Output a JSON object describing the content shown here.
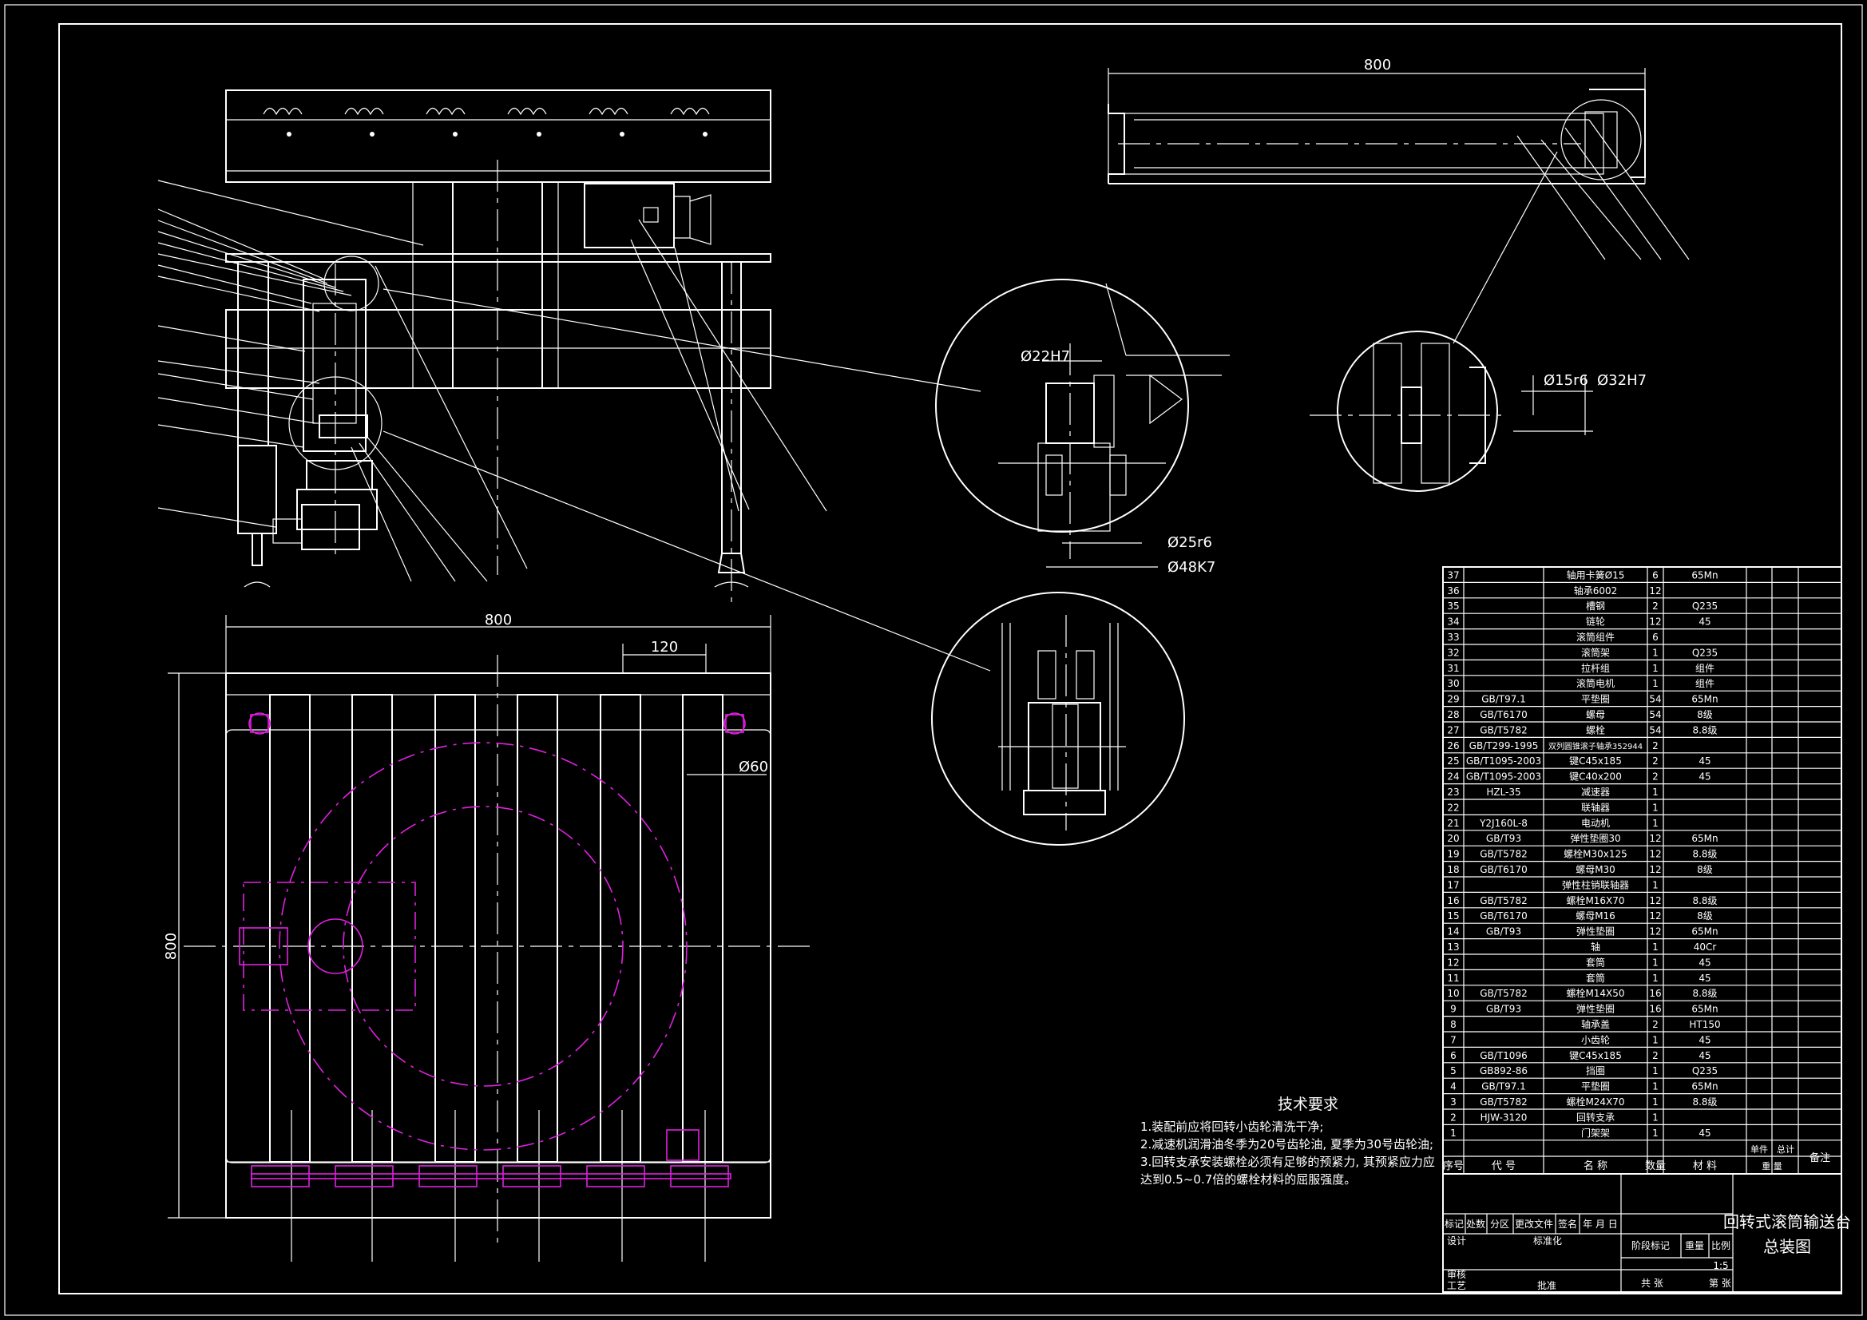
{
  "drawing_title": "回转式滚筒输送台",
  "drawing_subtitle": "总装图",
  "scale": "1:5",
  "dimensions": {
    "top_overall": "800",
    "plan_width": "800",
    "plan_pitch": "120",
    "plan_height": "800",
    "plan_bolt": "Ø60",
    "detail_a_hole": "Ø22H7",
    "detail_a_shaft": "Ø25r6",
    "detail_a_bore": "Ø48K7",
    "detail_c_shaft": "Ø15r6",
    "detail_c_bore": "Ø32H7"
  },
  "requirements": {
    "heading": "技术要求",
    "items": [
      "1.装配前应将回转小齿轮清洗干净;",
      "2.减速机润滑油冬季为20号齿轮油, 夏季为30号齿轮油;",
      "3.回转支承安装螺栓必须有足够的预紧力, 其预紧应力应",
      "   达到0.5~0.7倍的螺栓材料的屈服强度。"
    ]
  },
  "bom_header": {
    "no": "序号",
    "code": "代 号",
    "name": "名 称",
    "qty": "数量",
    "material": "材 料",
    "unit_weight": "单件",
    "total_weight": "总计",
    "weight": "重 量",
    "remark": "备注"
  },
  "bom": [
    {
      "no": "37",
      "code": "",
      "name": "轴用卡簧Ø15",
      "qty": "6",
      "material": "65Mn"
    },
    {
      "no": "36",
      "code": "",
      "name": "轴承6002",
      "qty": "12",
      "material": ""
    },
    {
      "no": "35",
      "code": "",
      "name": "槽钢",
      "qty": "2",
      "material": "Q235"
    },
    {
      "no": "34",
      "code": "",
      "name": "链轮",
      "qty": "12",
      "material": "45"
    },
    {
      "no": "33",
      "code": "",
      "name": "滚筒组件",
      "qty": "6",
      "material": ""
    },
    {
      "no": "32",
      "code": "",
      "name": "滚筒架",
      "qty": "1",
      "material": "Q235"
    },
    {
      "no": "31",
      "code": "",
      "name": "拉杆组",
      "qty": "1",
      "material": "组件"
    },
    {
      "no": "30",
      "code": "",
      "name": "滚筒电机",
      "qty": "1",
      "material": "组件"
    },
    {
      "no": "29",
      "code": "GB/T97.1",
      "name": "平垫圈",
      "qty": "54",
      "material": "65Mn"
    },
    {
      "no": "28",
      "code": "GB/T6170",
      "name": "螺母",
      "qty": "54",
      "material": "8级"
    },
    {
      "no": "27",
      "code": "GB/T5782",
      "name": "螺栓",
      "qty": "54",
      "material": "8.8级"
    },
    {
      "no": "26",
      "code": "GB/T299-1995",
      "name": "双列圆锥滚子轴承352944",
      "qty": "2",
      "material": ""
    },
    {
      "no": "25",
      "code": "GB/T1095-2003",
      "name": "键C45x185",
      "qty": "2",
      "material": "45"
    },
    {
      "no": "24",
      "code": "GB/T1095-2003",
      "name": "键C40x200",
      "qty": "2",
      "material": "45"
    },
    {
      "no": "23",
      "code": "HZL-35",
      "name": "减速器",
      "qty": "1",
      "material": ""
    },
    {
      "no": "22",
      "code": "",
      "name": "联轴器",
      "qty": "1",
      "material": ""
    },
    {
      "no": "21",
      "code": "Y2J160L-8",
      "name": "电动机",
      "qty": "1",
      "material": ""
    },
    {
      "no": "20",
      "code": "GB/T93",
      "name": "弹性垫圈30",
      "qty": "12",
      "material": "65Mn"
    },
    {
      "no": "19",
      "code": "GB/T5782",
      "name": "螺栓M30x125",
      "qty": "12",
      "material": "8.8级"
    },
    {
      "no": "18",
      "code": "GB/T6170",
      "name": "螺母M30",
      "qty": "12",
      "material": "8级"
    },
    {
      "no": "17",
      "code": "",
      "name": "弹性柱销联轴器",
      "qty": "1",
      "material": ""
    },
    {
      "no": "16",
      "code": "GB/T5782",
      "name": "螺栓M16X70",
      "qty": "12",
      "material": "8.8级"
    },
    {
      "no": "15",
      "code": "GB/T6170",
      "name": "螺母M16",
      "qty": "12",
      "material": "8级"
    },
    {
      "no": "14",
      "code": "GB/T93",
      "name": "弹性垫圈",
      "qty": "12",
      "material": "65Mn"
    },
    {
      "no": "13",
      "code": "",
      "name": "轴",
      "qty": "1",
      "material": "40Cr"
    },
    {
      "no": "12",
      "code": "",
      "name": "套筒",
      "qty": "1",
      "material": "45"
    },
    {
      "no": "11",
      "code": "",
      "name": "套筒",
      "qty": "1",
      "material": "45"
    },
    {
      "no": "10",
      "code": "GB/T5782",
      "name": "螺栓M14X50",
      "qty": "16",
      "material": "8.8级"
    },
    {
      "no": "9",
      "code": "GB/T93",
      "name": "弹性垫圈",
      "qty": "16",
      "material": "65Mn"
    },
    {
      "no": "8",
      "code": "",
      "name": "轴承盖",
      "qty": "2",
      "material": "HT150"
    },
    {
      "no": "7",
      "code": "",
      "name": "小齿轮",
      "qty": "1",
      "material": "45"
    },
    {
      "no": "6",
      "code": "GB/T1096",
      "name": "键C45x185",
      "qty": "2",
      "material": "45"
    },
    {
      "no": "5",
      "code": "GB892-86",
      "name": "挡圈",
      "qty": "1",
      "material": "Q235"
    },
    {
      "no": "4",
      "code": "GB/T97.1",
      "name": "平垫圈",
      "qty": "1",
      "material": "65Mn"
    },
    {
      "no": "3",
      "code": "GB/T5782",
      "name": "螺栓M24X70",
      "qty": "1",
      "material": "8.8级"
    },
    {
      "no": "2",
      "code": "HJW-3120",
      "name": "回转支承",
      "qty": "1",
      "material": ""
    },
    {
      "no": "1",
      "code": "",
      "name": "门架架",
      "qty": "1",
      "material": "45"
    }
  ],
  "title_block": {
    "mark": "标记",
    "count": "处数",
    "zone": "分区",
    "change_doc": "更改文件",
    "sign": "签名",
    "date": "年 月 日",
    "design": "设计",
    "standard": "标准化",
    "stage": "阶段标记",
    "weight": "重量",
    "ratio": "比例",
    "review": "审核",
    "process": "工艺",
    "approve": "批准",
    "total_sheets": "共 张",
    "sheet": "第 张"
  }
}
